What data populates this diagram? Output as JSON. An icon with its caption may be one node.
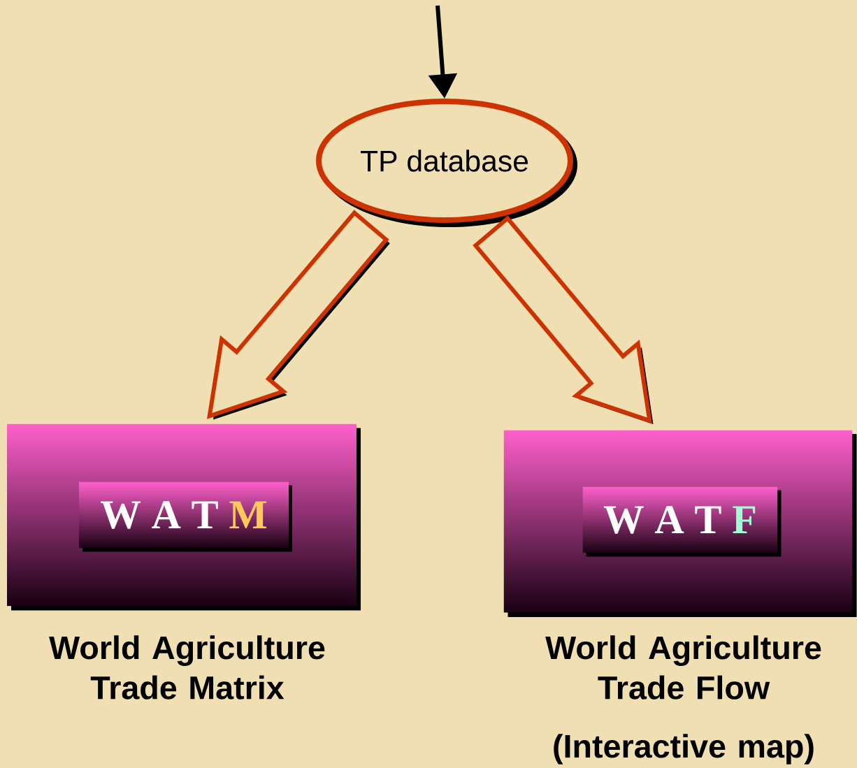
{
  "diagram": {
    "nodes": [
      {
        "text": [
          "TP database"
        ]
      },
      {
        "text": [],
        "shape": "box",
        "beside": [
          "World Agriculture Trade Matrix"
        ]
      },
      {
        "text": [
          "W A T",
          "M"
        ],
        "in": 1
      },
      {
        "text": [],
        "shape": "box",
        "beside": [
          "World Agriculture Trade Flow",
          "(Interactive map)"
        ]
      },
      {
        "text": [
          "W A T",
          "F"
        ],
        "in": 3
      }
    ],
    "edges": [
      {
        "from": null,
        "to": 0,
        "arrow": "to",
        "color": "#000000"
      },
      {
        "from": 0,
        "to": 1,
        "arrow": "to",
        "style": "thick"
      },
      {
        "from": 0,
        "to": 3,
        "arrow": "to",
        "style": "thick"
      }
    ]
  }
}
